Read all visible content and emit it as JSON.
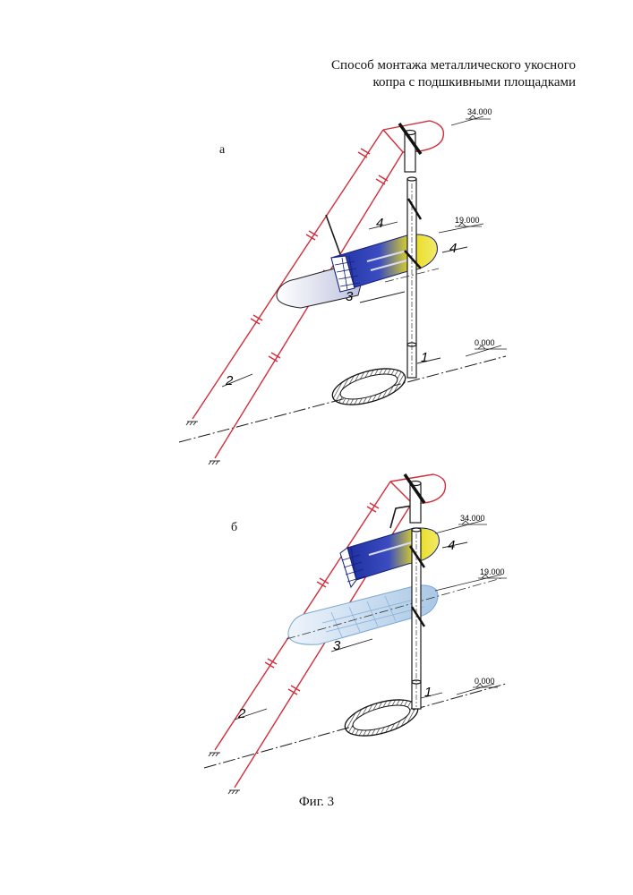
{
  "title": {
    "line1": "Способ монтажа металлического укосного",
    "line2": "копра с подшкивными площадками"
  },
  "figures": [
    {
      "label": "а",
      "elevations": {
        "top": "34.000",
        "platform": "19.000",
        "ground": "0.000"
      },
      "callouts": {
        "shaft": "1",
        "headframe": "2",
        "lower_platform": "3",
        "upper_platform": "4",
        "upper_platform_right": "4"
      }
    },
    {
      "label": "б",
      "elevations": {
        "top": "34.000",
        "platform": "19.000",
        "ground": "0.000"
      },
      "callouts": {
        "shaft": "1",
        "headframe": "2",
        "lower_platform": "3",
        "upper_platform": "4"
      }
    }
  ],
  "caption": "Фиг. 3",
  "colors": {
    "frame": "#d22d3a",
    "platform_blue": "#1f2fa0",
    "platform_yellow": "#e8dc1c",
    "platform_light": "#bcd4ec",
    "ink": "#1a1a1a"
  }
}
